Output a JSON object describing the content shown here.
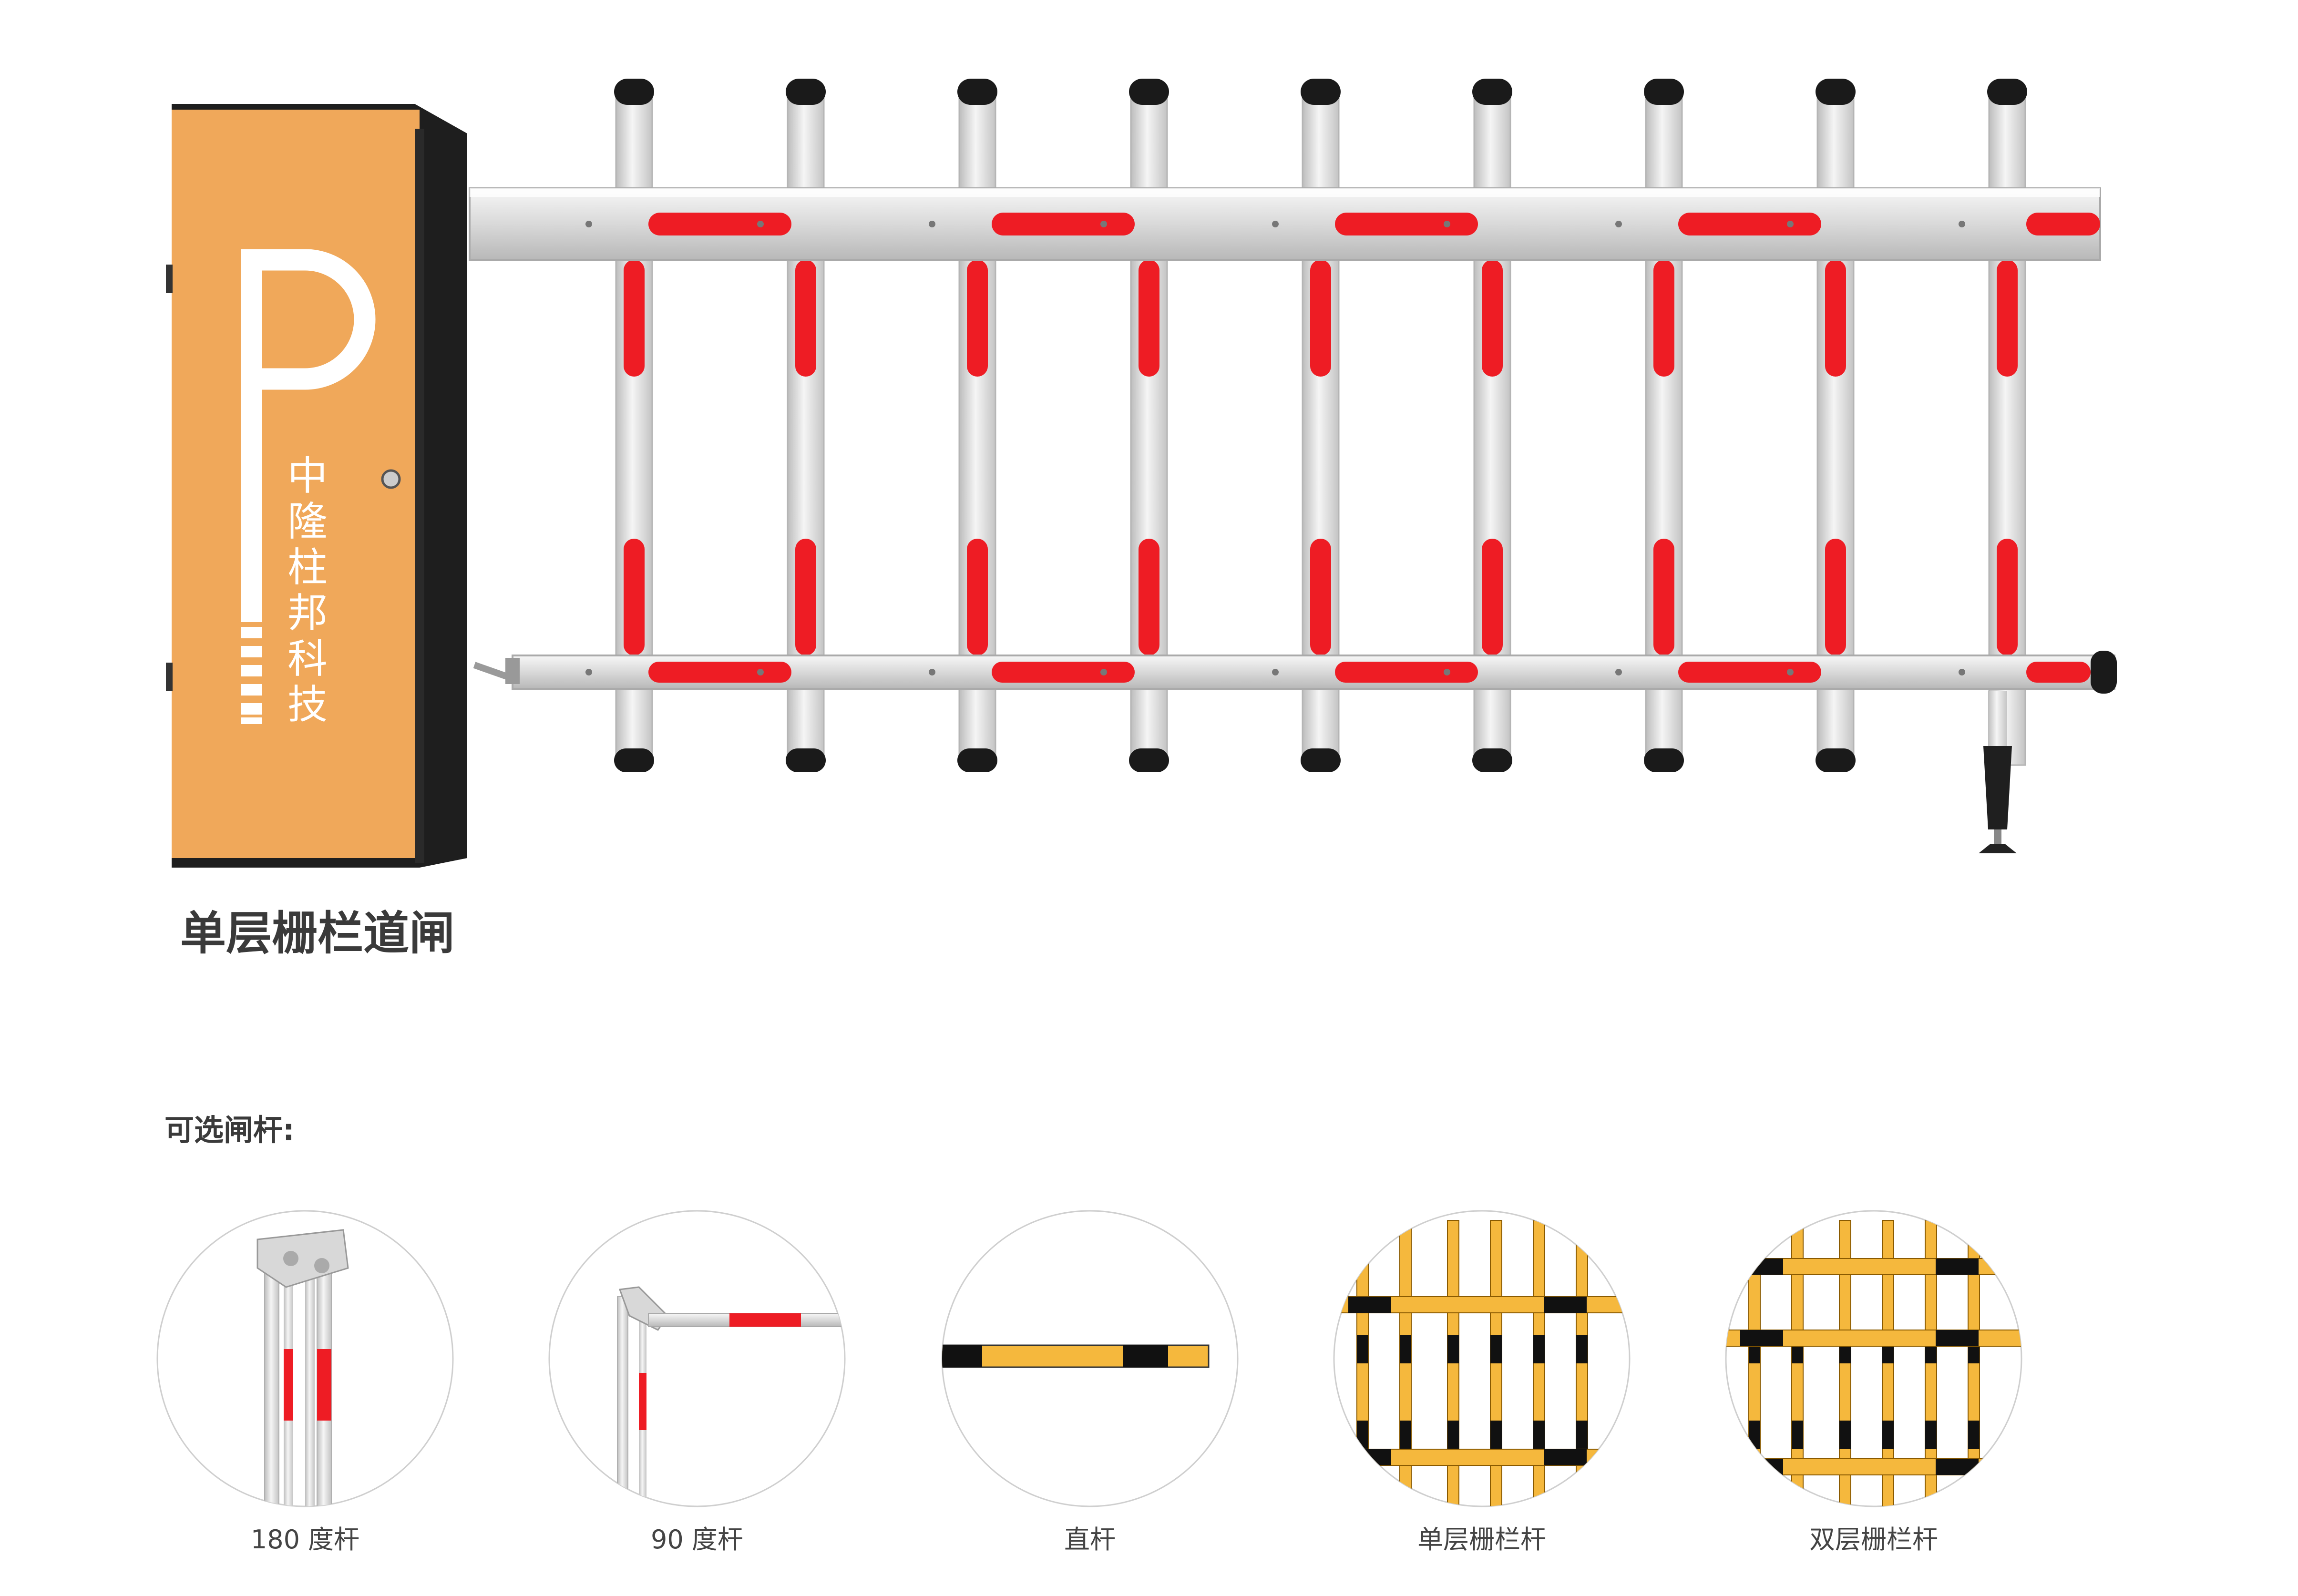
{
  "product": {
    "brand_chars": [
      "中",
      "隆",
      "柱",
      "邦",
      "科",
      "技"
    ],
    "logo_letter": "P",
    "title": "单层栅栏道闸"
  },
  "options": {
    "heading": "可选闸杆:",
    "items": [
      {
        "label": "180 度杆",
        "icon": "180-degree-boom-icon"
      },
      {
        "label": "90 度杆",
        "icon": "90-degree-boom-icon"
      },
      {
        "label": "直杆",
        "icon": "straight-boom-icon"
      },
      {
        "label": "单层栅栏杆",
        "icon": "single-layer-fence-boom-icon"
      },
      {
        "label": "双层栅栏杆",
        "icon": "double-layer-fence-boom-icon"
      }
    ]
  },
  "colors": {
    "cabinet": "#f0a85a",
    "cabinet_side": "#1e1e1e",
    "stripe_red": "#ee1c24",
    "boom_silver": "#dcdcdc",
    "stripe_yellow": "#f5b83d",
    "stripe_black": "#111111"
  }
}
